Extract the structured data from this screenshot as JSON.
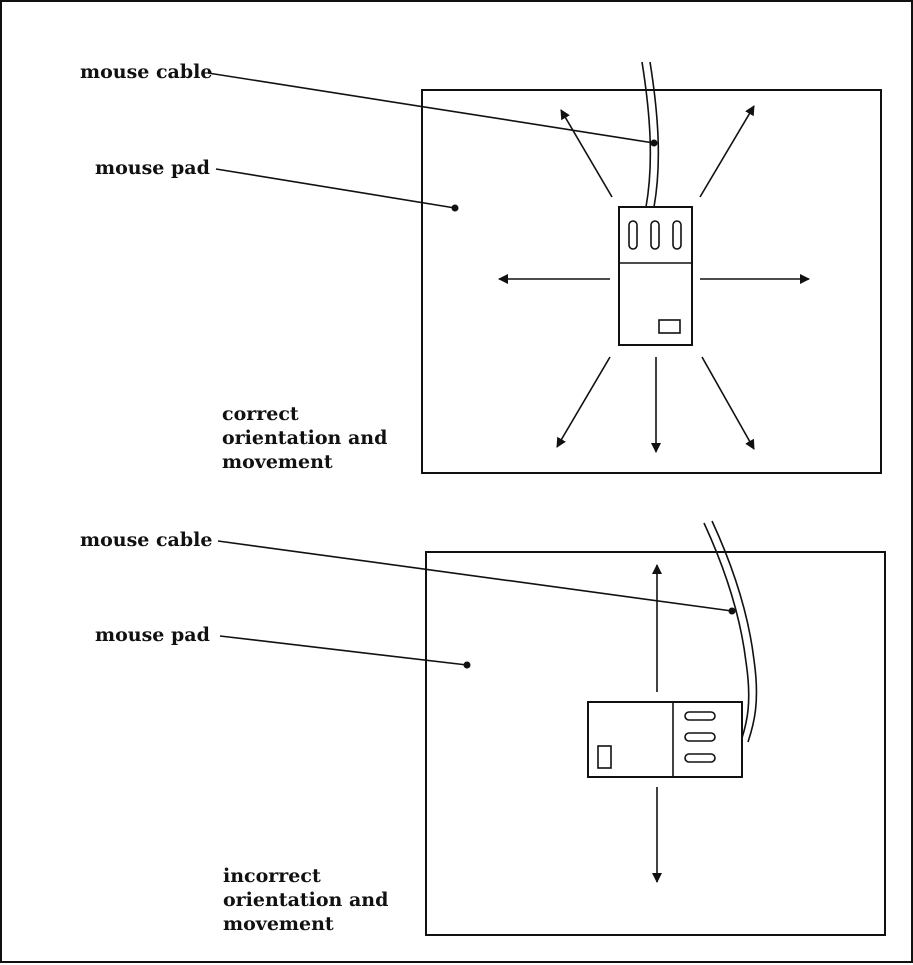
{
  "panels": [
    {
      "name": "correct",
      "cable_label": "mouse cable",
      "pad_label": "mouse pad",
      "caption_lines": [
        "correct",
        "orientation and",
        "movement"
      ]
    },
    {
      "name": "incorrect",
      "cable_label": "mouse cable",
      "pad_label": "mouse pad",
      "caption_lines": [
        "incorrect",
        "orientation and",
        "movement"
      ]
    }
  ]
}
